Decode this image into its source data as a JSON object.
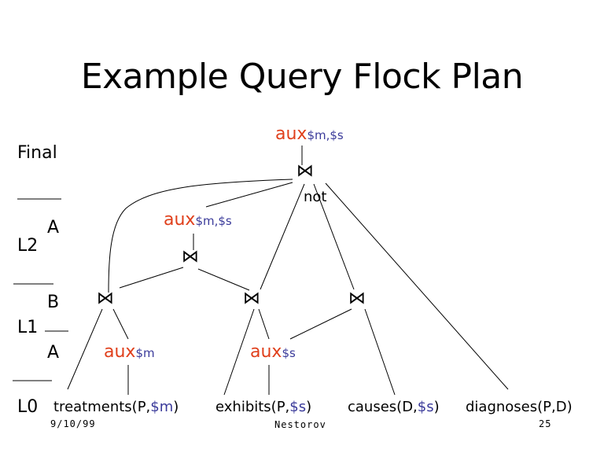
{
  "slide": {
    "title": "Example Query Flock Plan",
    "levels": {
      "final": "Final",
      "l2": "L2",
      "l2_a": "A",
      "l1": "L1",
      "l1_b": "B",
      "l1_a": "A",
      "l0": "L0"
    },
    "aux_nodes": {
      "top": {
        "kw": "aux",
        "sub": "$m,$s"
      },
      "mid": {
        "kw": "aux",
        "sub": "$m,$s"
      },
      "m": {
        "kw": "aux",
        "sub": "$m"
      },
      "s": {
        "kw": "aux",
        "sub": "$s"
      }
    },
    "not_label": "not",
    "join_symbol": "⋈",
    "relations": {
      "treatments": {
        "name": "treatments(P,",
        "var": "$m",
        "close": ")"
      },
      "exhibits": {
        "name": "exhibits(P,",
        "var": "$s",
        "close": ")"
      },
      "causes": {
        "name": "causes(D,",
        "var": "$s",
        "close": ")"
      },
      "diagnoses": {
        "name": "diagnoses(P,D)"
      }
    },
    "footer": {
      "date": "9/10/99",
      "author": "Nestorov",
      "page": "25"
    },
    "colors": {
      "aux": "#e0401c",
      "variable": "#3a3a9a"
    }
  }
}
